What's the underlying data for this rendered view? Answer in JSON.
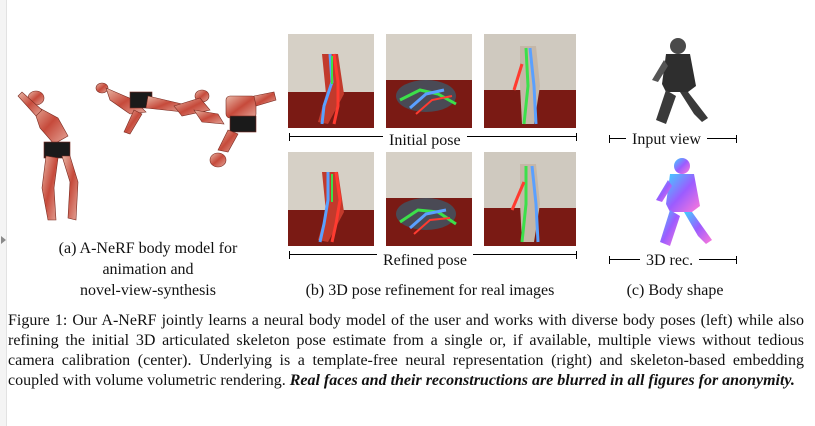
{
  "panel_a": {
    "caption_lines": [
      "(a) A-NeRF body model for",
      "animation and",
      "novel-view-synthesis"
    ]
  },
  "panel_b": {
    "top_label": "Initial pose",
    "bottom_label": "Refined pose",
    "caption": "(b) 3D pose refinement for real images"
  },
  "panel_c": {
    "top_label": "Input view",
    "bottom_label": "3D rec.",
    "caption": "(c) Body shape"
  },
  "figure_caption": {
    "text": "Figure 1: Our A-NeRF jointly learns a neural body model of the user and works with diverse body poses (left) while also refining the initial 3D articulated skeleton pose estimate from a single or, if available, multiple views without tedious camera calibration (center). Underlying is a template-free neural representation (right) and skeleton-based embedding coupled with volume volumetric rendering.",
    "emphasis": "Real faces and their reconstructions are blurred in all figures for anonymity."
  },
  "colors": {
    "photo_floor": "#7a1a14",
    "photo_wall": "#d9d2c8",
    "skeleton_blue": "#5aa0ff",
    "skeleton_red": "#ff3b30",
    "skeleton_green": "#3ce04a",
    "body_shape_gradient": [
      "#3fd0ff",
      "#9b5cff",
      "#ff7ad9"
    ]
  }
}
